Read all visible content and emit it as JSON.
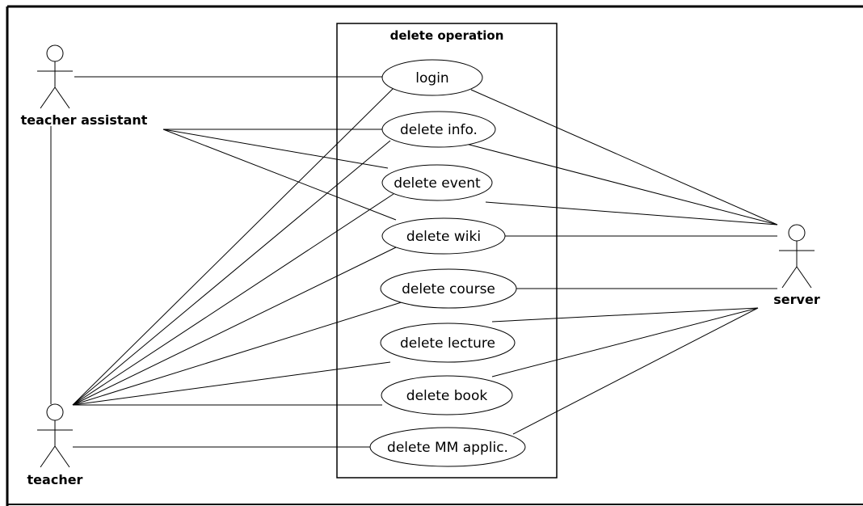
{
  "diagram": {
    "boundary_title": "delete operation",
    "actors": {
      "teacher_assistant": "teacher assistant",
      "teacher": "teacher",
      "server": "server"
    },
    "use_cases": {
      "login": "login",
      "delete_info": "delete info.",
      "delete_event": "delete event",
      "delete_wiki": "delete wiki",
      "delete_course": "delete course",
      "delete_lecture": "delete lecture",
      "delete_book": "delete book",
      "delete_mm": "delete MM applic."
    }
  }
}
